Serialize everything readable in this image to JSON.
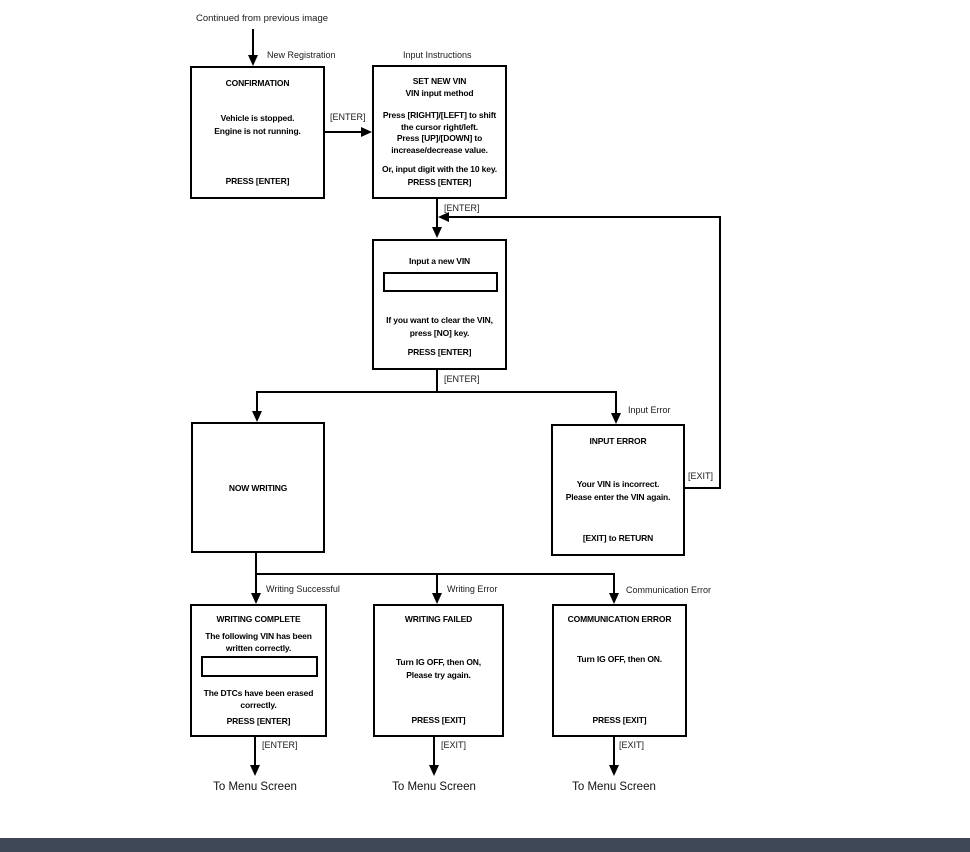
{
  "page": {
    "background": "#ffffff",
    "line_color": "#000000",
    "bottom_bar_color": "#3e4756"
  },
  "start": {
    "label": "Continued from previous image"
  },
  "boxes": {
    "confirmation": {
      "caption": "New Registration",
      "title": "CONFIRMATION",
      "lines": [
        "Vehicle is stopped.",
        "Engine is not running."
      ],
      "footer": "PRESS [ENTER]"
    },
    "set_new_vin": {
      "caption": "Input Instructions",
      "title": "SET NEW VIN",
      "subtitle": "VIN input method",
      "lines": [
        "Press [RIGHT]/[LEFT] to shift",
        "the cursor right/left.",
        "Press [UP]/[DOWN] to",
        "increase/decrease value."
      ],
      "note": "Or, input digit with the 10 key.",
      "footer": "PRESS [ENTER]"
    },
    "input_vin": {
      "title": "Input a new VIN",
      "field_value": "",
      "lines": [
        "If you want to clear the VIN,",
        "press [NO] key."
      ],
      "footer": "PRESS [ENTER]"
    },
    "now_writing": {
      "title": "NOW WRITING"
    },
    "input_error": {
      "caption": "Input Error",
      "title": "INPUT ERROR",
      "lines": [
        "Your VIN is incorrect.",
        "Please enter the VIN again."
      ],
      "footer": "[EXIT] to RETURN"
    },
    "writing_complete": {
      "caption": "Writing Successful",
      "title": "WRITING COMPLETE",
      "lines": [
        "The following VIN has been",
        "written correctly."
      ],
      "field_value": "",
      "lines2": [
        "The DTCs have been erased",
        "correctly."
      ],
      "footer": "PRESS [ENTER]"
    },
    "writing_failed": {
      "caption": "Writing Error",
      "title": "WRITING FAILED",
      "lines": [
        "Turn IG OFF, then ON,",
        "Please try again."
      ],
      "footer": "PRESS [EXIT]"
    },
    "communication_error": {
      "caption": "Communication Error",
      "title": "COMMUNICATION ERROR",
      "lines": [
        "Turn IG OFF, then ON."
      ],
      "footer": "PRESS [EXIT]"
    }
  },
  "edges": {
    "confirm_to_set": "[ENTER]",
    "set_to_input": "[ENTER]",
    "input_to_result": "[ENTER]",
    "error_return": "[EXIT]",
    "complete_to_menu": "[ENTER]",
    "failed_to_menu": "[EXIT]",
    "comm_to_menu": "[EXIT]"
  },
  "terminals": [
    "To Menu Screen",
    "To Menu Screen",
    "To Menu Screen"
  ]
}
